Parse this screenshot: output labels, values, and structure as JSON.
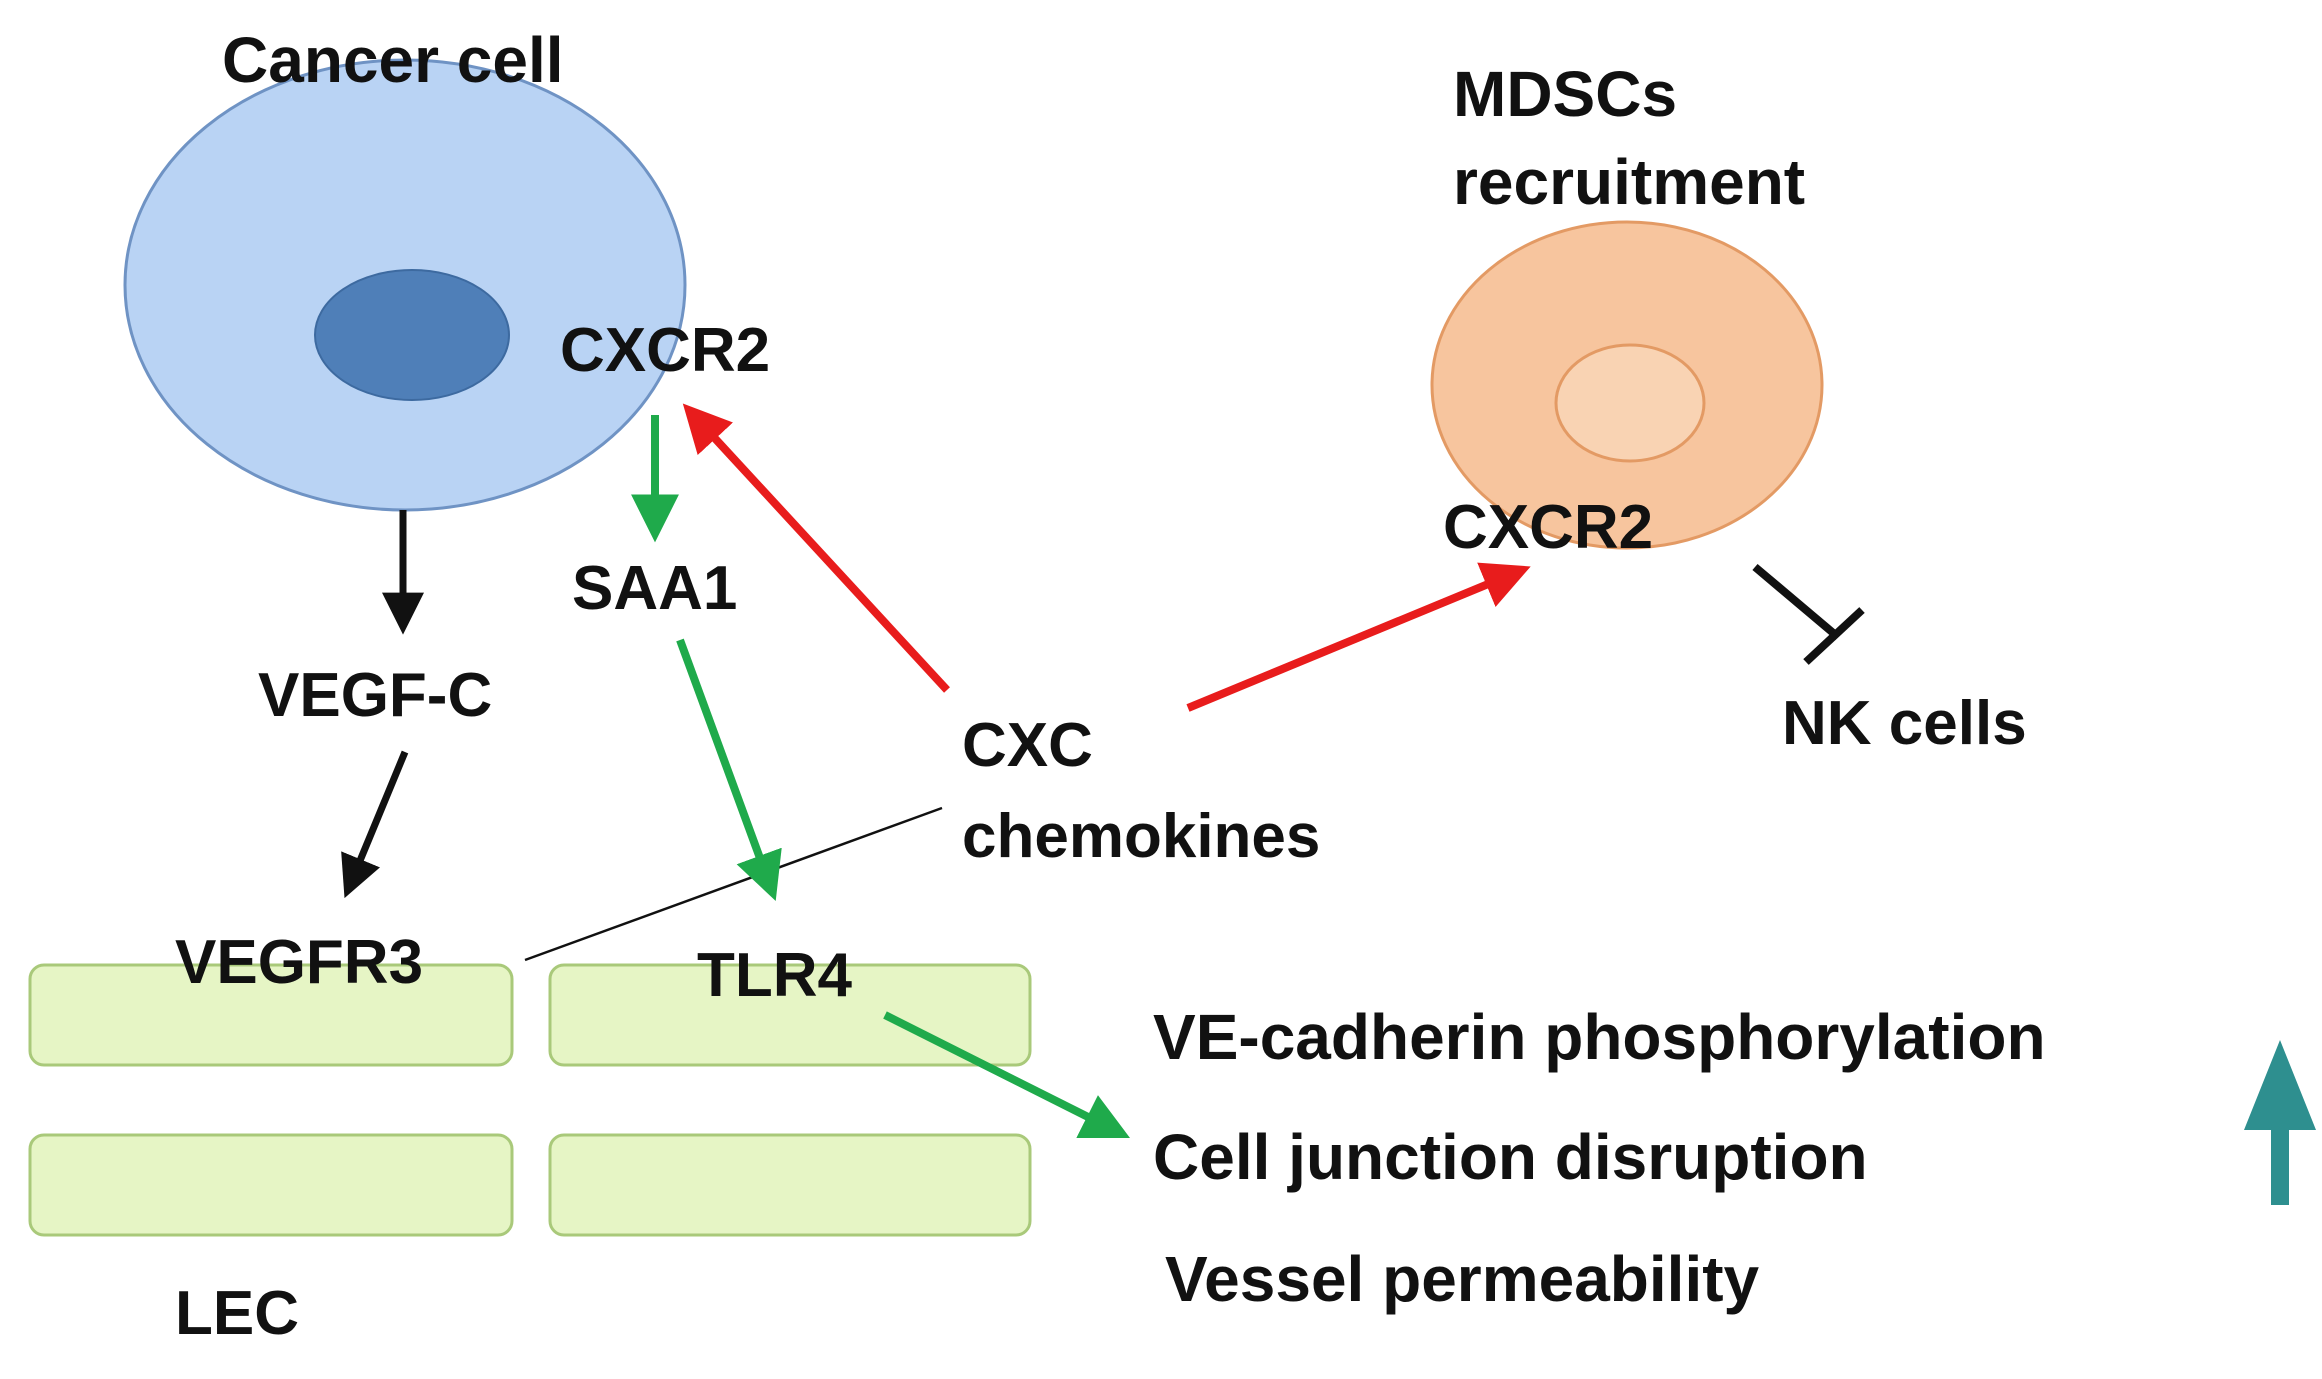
{
  "labels": {
    "cancer_cell": "Cancer cell",
    "mdscs_line1": "MDSCs",
    "mdscs_line2": "recruitment",
    "cxcr2_cancer": "CXCR2",
    "cxcr2_mdsc": "CXCR2",
    "saa1": "SAA1",
    "vegf_c": "VEGF-C",
    "vegfr3": "VEGFR3",
    "tlr4": "TLR4",
    "cxc_line1": "CXC",
    "cxc_line2": "chemokines",
    "nk_cells": "NK cells",
    "lec": "LEC"
  },
  "effects": [
    "VE-cadherin phosphorylation",
    "Cell junction disruption",
    "Vessel permeability"
  ],
  "indicator": {
    "direction": "up"
  },
  "colors": {
    "cancer_cell_fill": "#b9d3f4",
    "cancer_nucleus": "#4f7fb8",
    "mdsc_fill": "#f7c59e",
    "lec_fill": "#e6f5c5",
    "lec_stroke": "#a9c97a",
    "arrow_black": "#111111",
    "arrow_green": "#1faa4b",
    "arrow_red": "#e81c1c",
    "up_arrow": "#2e8f8f"
  }
}
